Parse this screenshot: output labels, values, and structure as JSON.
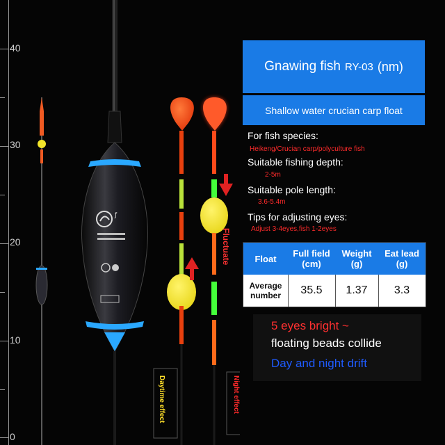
{
  "ruler": {
    "labels": [
      "40",
      "30",
      "20",
      "10",
      "0"
    ]
  },
  "title": {
    "main": "Gnawing fish",
    "model": "RY-03",
    "unit": "(nm)"
  },
  "subtitle": "Shallow water crucian carp float",
  "specs": [
    {
      "label": "For fish species:",
      "value": "Heikeng/Crucian carp/polyculture fish"
    },
    {
      "label": "Suitable fishing depth:",
      "value": "2-5m"
    },
    {
      "label": "Suitable pole length:",
      "value": "3.6-5.4m"
    },
    {
      "label": "Tips for adjusting eyes:",
      "value": "Adjust 3-4eyes,fish 1-2eyes"
    }
  ],
  "table": {
    "headers": [
      "Float",
      "Full field (cm)",
      "Weight (g)",
      "Eat lead (g)"
    ],
    "row_label": "Average number",
    "values": [
      "35.5",
      "1.37",
      "3.3"
    ]
  },
  "labels": {
    "fluctuate": "Fluctuate",
    "daytime": "Daytime effect",
    "night": "Night effect"
  },
  "tagline": {
    "line1": "5 eyes bright ~",
    "line2": "floating beads collide",
    "line3": "Day and night drift"
  },
  "colors": {
    "panel_blue": "#1a7be6",
    "accent_red": "#ff2b2b",
    "drift_blue": "#1f5bff",
    "bead_yellow": "#f2e52a"
  },
  "icons": [
    "up-arrow-icon",
    "down-arrow-icon",
    "brand-logo-icon"
  ]
}
